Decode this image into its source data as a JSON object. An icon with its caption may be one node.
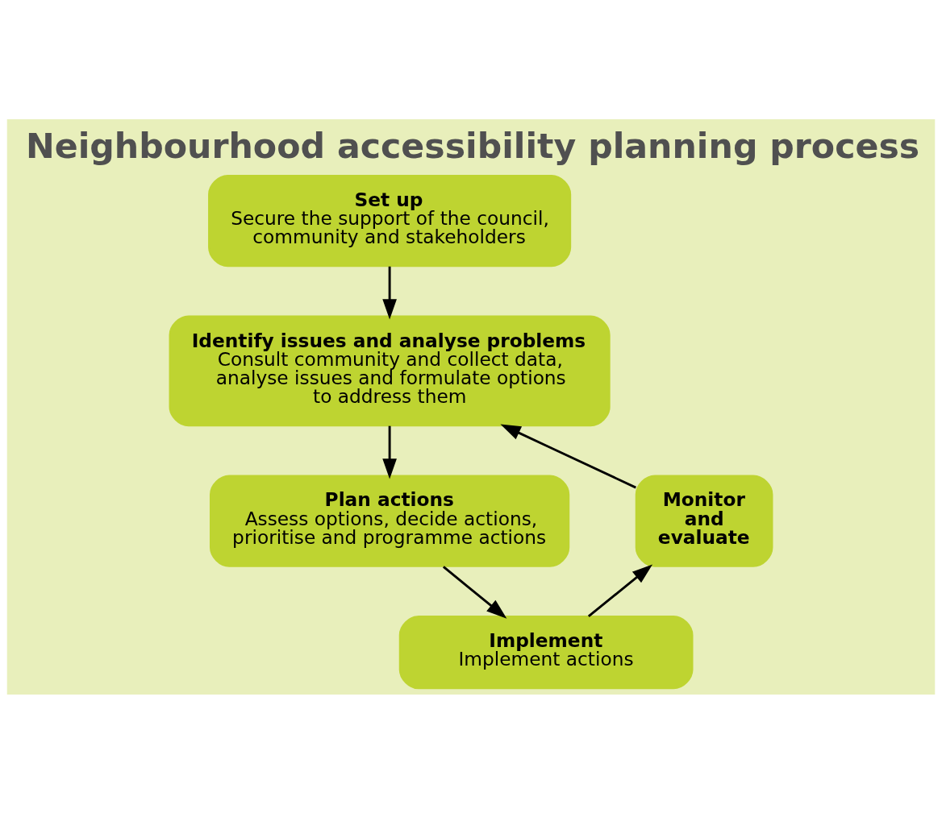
{
  "diagram": {
    "title": "Neighbourhood accessibility planning process",
    "nodes": [
      {
        "text": [
          "Set up",
          "Secure the support of the council, community and stakeholders"
        ]
      },
      {
        "text": [
          "Identify issues and analyse problems",
          "Consult community and collect data, analyse issues and formulate options to address them"
        ]
      },
      {
        "text": [
          "Plan actions",
          "Assess options, decide actions, prioritise and programme actions"
        ]
      },
      {
        "text": [
          "Implement",
          "Implement actions"
        ]
      },
      {
        "text": [
          "Monitor and evaluate"
        ]
      }
    ],
    "edges": [
      {
        "from": 0,
        "to": 1,
        "arrow": "to"
      },
      {
        "from": 1,
        "to": 2,
        "arrow": "to"
      },
      {
        "from": 2,
        "to": 3,
        "arrow": "to"
      },
      {
        "from": 3,
        "to": 4,
        "arrow": "to"
      },
      {
        "from": 4,
        "to": 1,
        "arrow": "to"
      }
    ]
  }
}
